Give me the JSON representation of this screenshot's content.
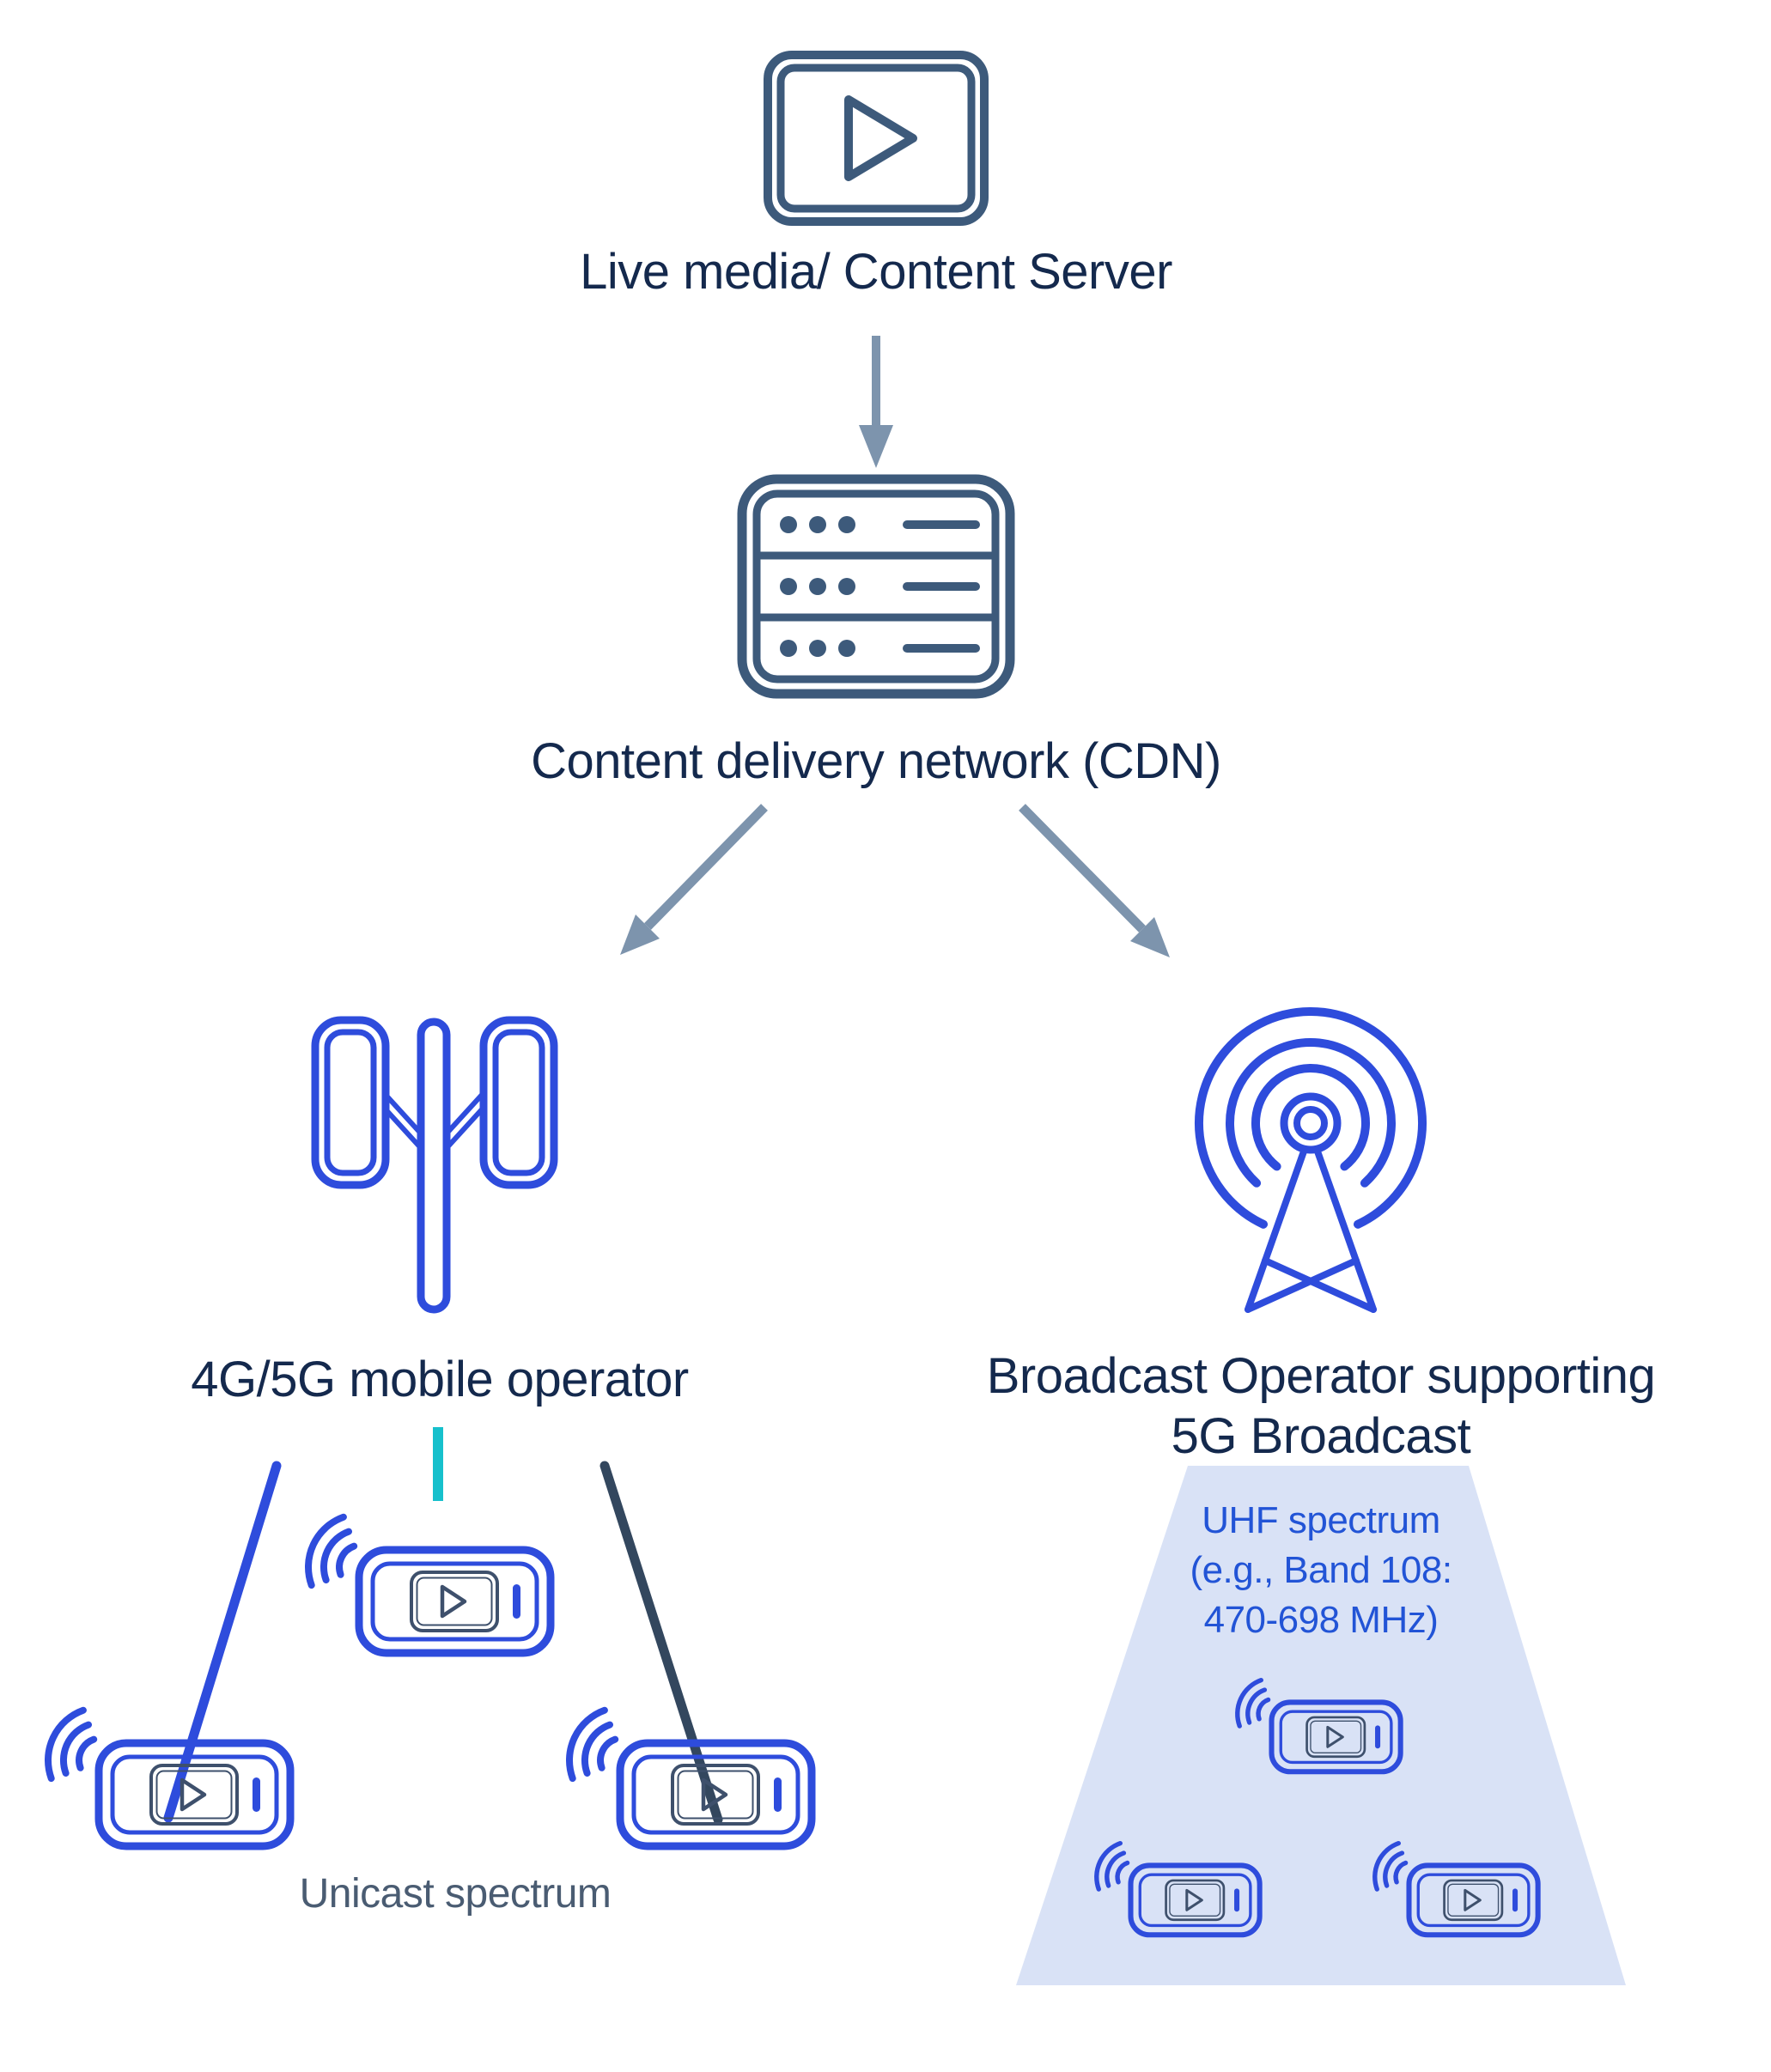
{
  "colors": {
    "navy": "#14294D",
    "slate": "#3D5A7B",
    "steel": "#7D94AD",
    "blue": "#2E4CDC",
    "dark": "#3E506C",
    "teal": "#16C0CC",
    "darkline": "#33475E",
    "trapezoid": "#D9E2F6",
    "uhf": "#2254D6",
    "unicast": "#4A5C72",
    "bg": "#FFFFFF"
  },
  "nodes": {
    "live_media": {
      "label": "Live media/ Content Server",
      "icon": "play-video-icon"
    },
    "cdn": {
      "label": "Content delivery network (CDN)",
      "icon": "cdn-server-icon"
    },
    "mobile": {
      "label": "4G/5G mobile operator",
      "icon": "cell-tower-icon",
      "spectrum_label": "Unicast spectrum",
      "device_count": 3
    },
    "broadcast": {
      "label_line1": "Broadcast Operator supporting",
      "label_line2": "5G Broadcast",
      "icon": "broadcast-antenna-icon",
      "uhf_lines": [
        "UHF spectrum",
        "(e.g., Band 108:",
        "470-698 MHz)"
      ],
      "device_count": 3
    }
  },
  "icons": {
    "play-video-icon": "outlined media player screen with play triangle",
    "cdn-server-icon": "outlined server rack with three rows of dots and lines",
    "down-arrow-icon": "steel gray downward arrow",
    "diagonal-arrow-left-icon": "steel gray arrow pointing down-left",
    "diagonal-arrow-right-icon": "steel gray arrow pointing down-right",
    "cell-tower-icon": "blue outlined cellular mast with two antenna panels",
    "broadcast-antenna-icon": "blue lattice tower with concentric radio waves",
    "smartphone-icon": "blue outlined phone playing video",
    "wifi-signal-icon": "three blue signal arcs",
    "unicast-link-blue": "blue connection line",
    "unicast-link-teal": "teal connection line",
    "unicast-link-dark": "dark connection line",
    "uhf-coverage-beam": "light blue trapezoid coverage area"
  }
}
